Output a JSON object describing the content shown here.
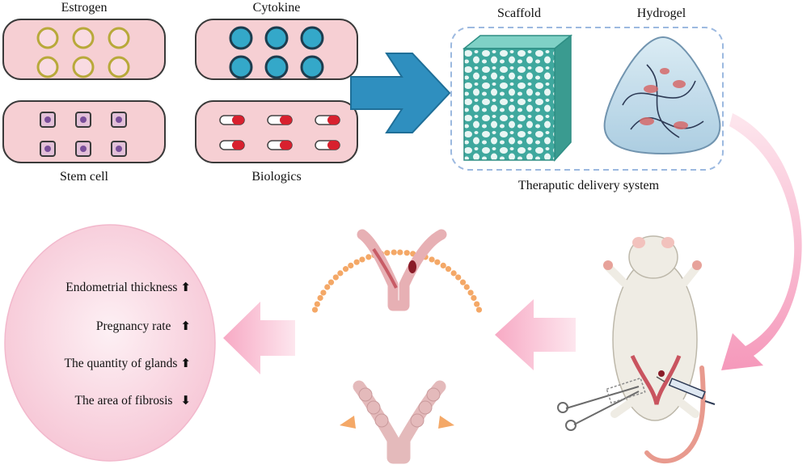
{
  "labels": {
    "estrogen": "Estrogen",
    "cytokine": "Cytokine",
    "stem_cell": "Stem cell",
    "biologics": "Biologics",
    "scaffold": "Scaffold",
    "hydrogel": "Hydrogel",
    "delivery_system": "Theraputic delivery system"
  },
  "outcomes": [
    {
      "text": "Endometrial thickness",
      "arrow": "⬆"
    },
    {
      "text": "Pregnancy rate",
      "arrow": "⬆"
    },
    {
      "text": "The quantity of glands",
      "arrow": "⬆"
    },
    {
      "text": "The area of fibrosis",
      "arrow": "⬇"
    }
  ],
  "colors": {
    "dish_fill": "#f6cfd3",
    "dish_stroke": "#3a3a3a",
    "blue_arrow": "#2f8fbf",
    "pink_arrow": "#f7b4cc",
    "scaffold": "#4fb7ad",
    "hydrogel": "#bcd9ea",
    "uterus": "#e8b5b9",
    "dots": "#f4a867"
  }
}
